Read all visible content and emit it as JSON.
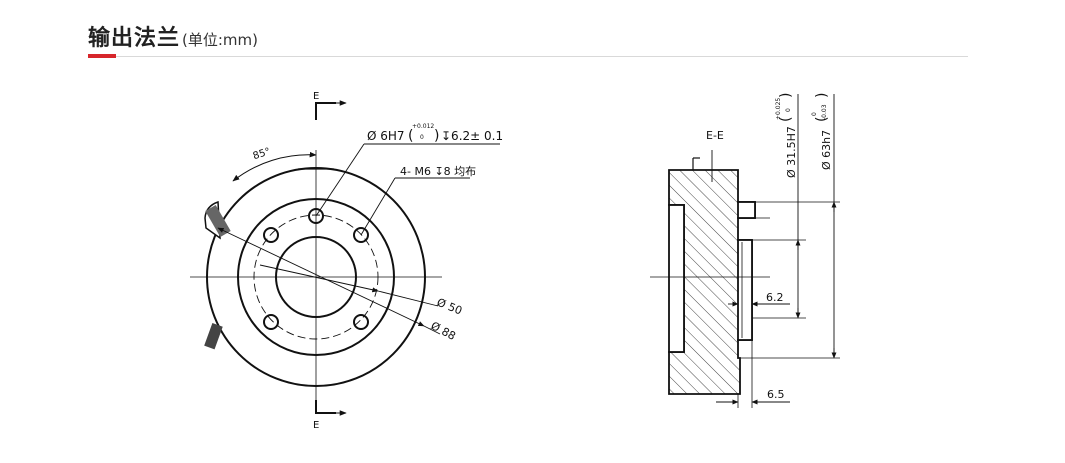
{
  "header": {
    "title": "输出法兰",
    "unit": "(单位:mm)",
    "accent_color": "#d7262b"
  },
  "front_view": {
    "section_top": "E",
    "section_bottom": "E",
    "angle_label": "85°",
    "pin_hole_main": "Ø 6H7",
    "pin_hole_tol_upper": "+0.012",
    "pin_hole_tol_lower": "0",
    "pin_hole_depth": "↧6.2± 0.1",
    "tapped_holes": "4- M6 ↧8 均布",
    "dia_50": "Ø 50",
    "dia_88": "Ø 88"
  },
  "section_view": {
    "title": "E-E",
    "bore_main": "Ø 31.5H7",
    "bore_tol_upper": "+0.025",
    "bore_tol_lower": "0",
    "outer_main": "Ø 63h7",
    "outer_tol_upper": "0",
    "outer_tol_lower": "-0.03",
    "dim_62": "6.2",
    "dim_65": "6.5"
  }
}
